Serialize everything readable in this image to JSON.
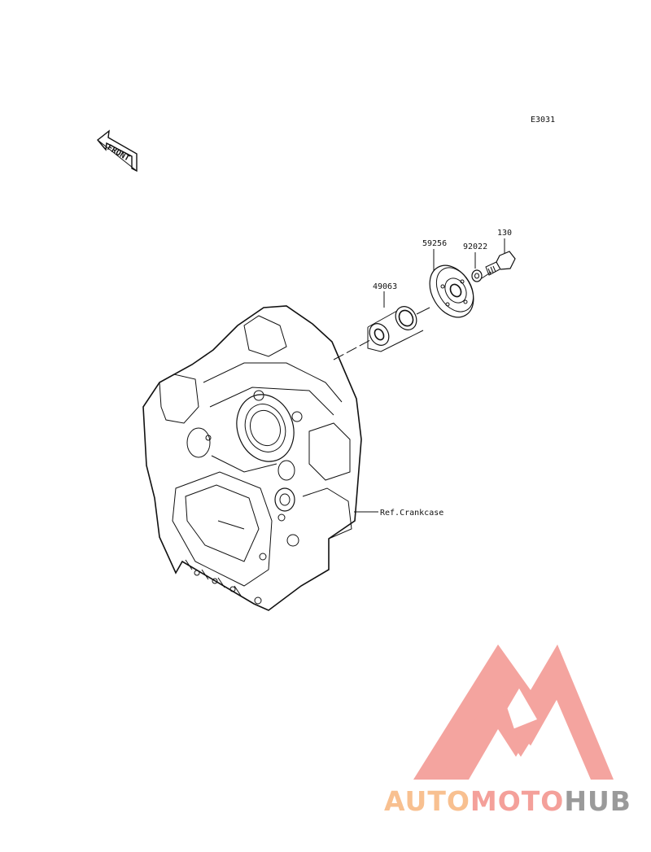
{
  "diagram_code": "E3031",
  "front_arrow_label": "FRONT",
  "parts": {
    "p130": "130",
    "p92022": "92022",
    "p59256": "59256",
    "p49063": "49063"
  },
  "reference": "Ref.Crankcase",
  "watermark": {
    "word_part1": "AUTO",
    "word_part2": "MOTO",
    "word_part3": "HUB",
    "color_orange": "#f8c090",
    "color_pink": "#f4a09a",
    "color_gray": "#9a9a9a"
  }
}
